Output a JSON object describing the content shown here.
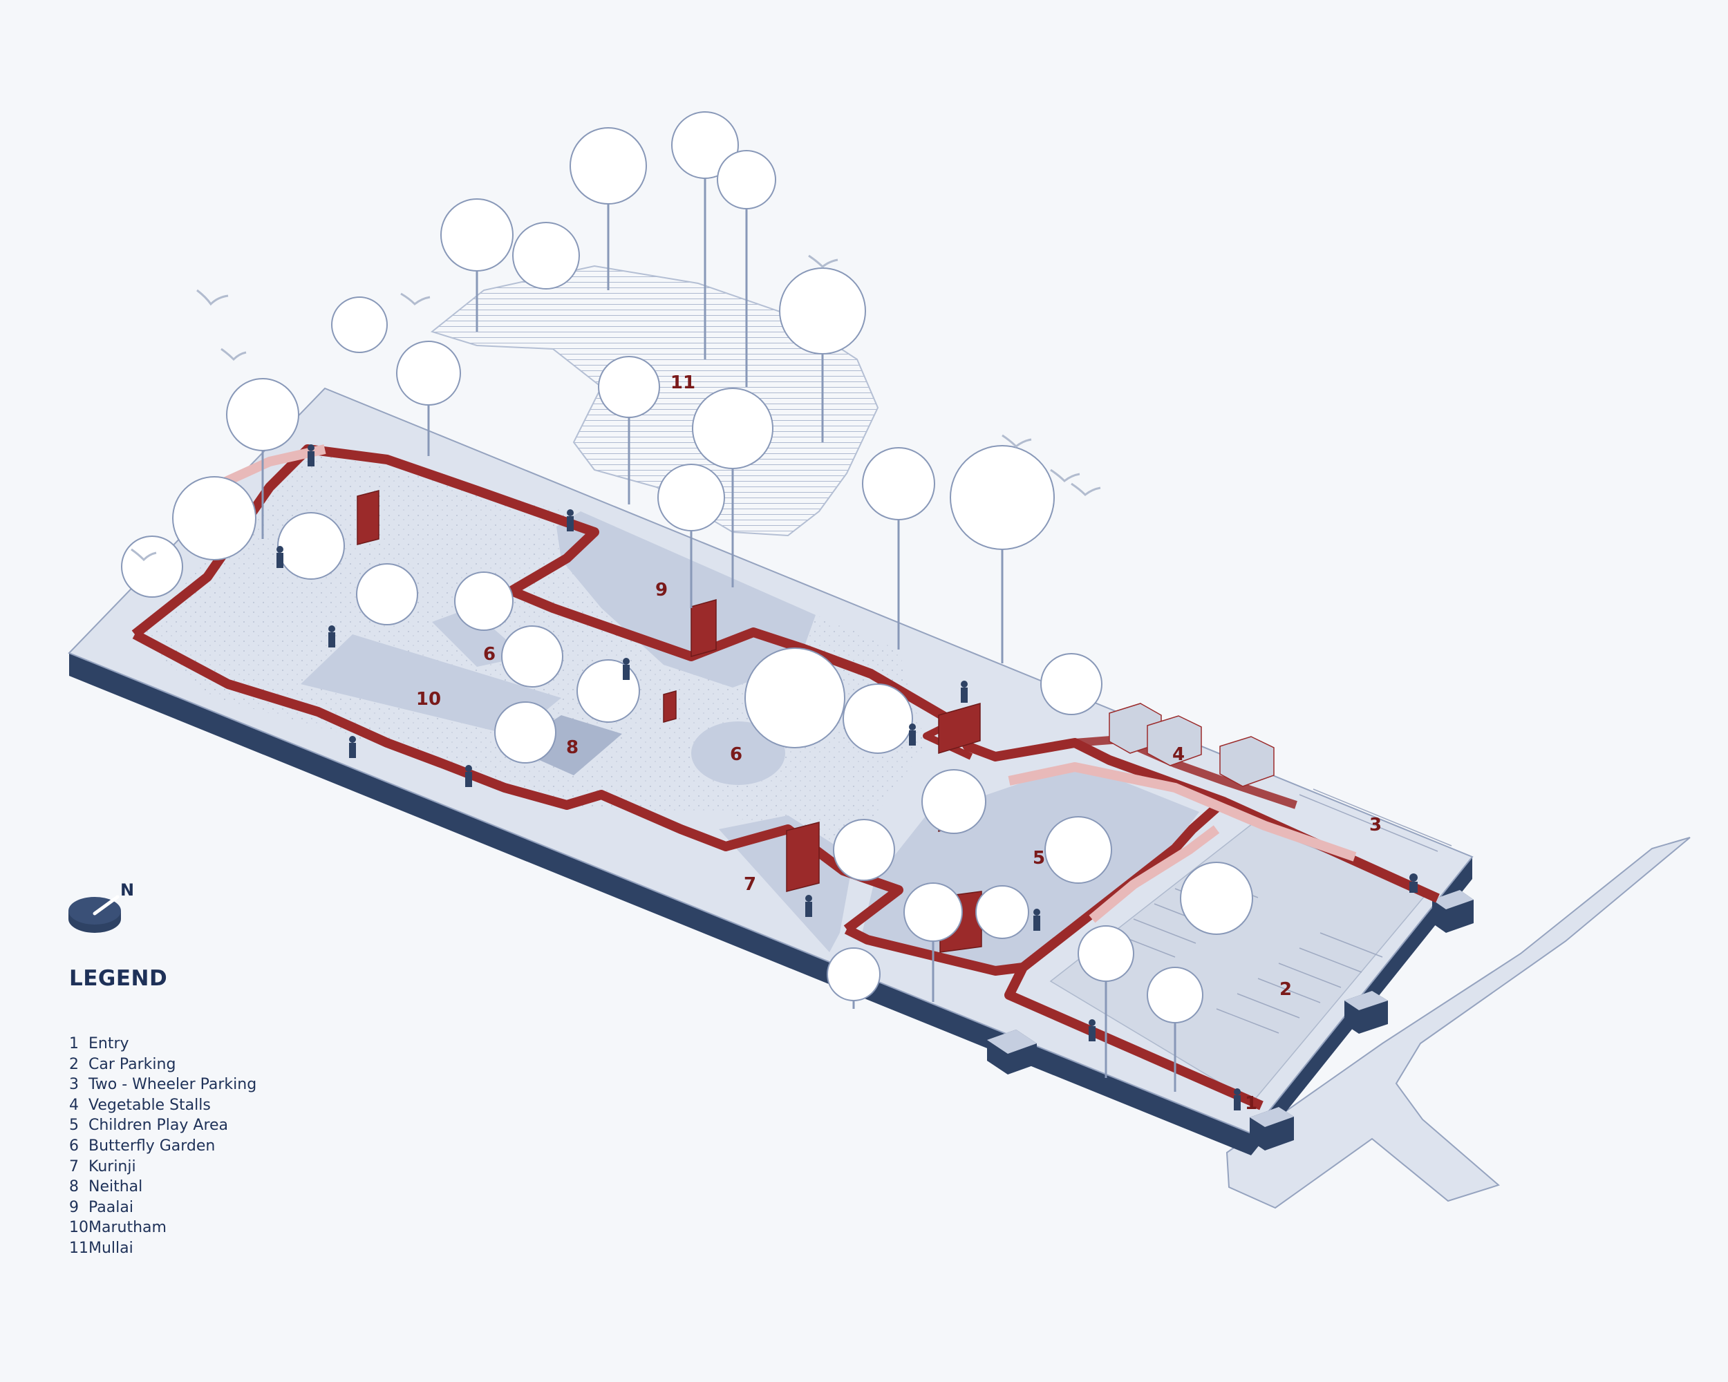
{
  "north_label": "N",
  "legend": {
    "title": "LEGEND",
    "items": [
      {
        "num": "1",
        "label": "Entry"
      },
      {
        "num": "2",
        "label": "Car Parking"
      },
      {
        "num": "3",
        "label": "Two - Wheeler Parking"
      },
      {
        "num": "4",
        "label": "Vegetable Stalls"
      },
      {
        "num": "5",
        "label": "Children Play Area"
      },
      {
        "num": "6",
        "label": "Butterfly Garden"
      },
      {
        "num": "7",
        "label": "Kurinji"
      },
      {
        "num": "8",
        "label": "Neithal"
      },
      {
        "num": "9",
        "label": "Paalai"
      },
      {
        "num": "10",
        "label": "Marutham"
      },
      {
        "num": "11",
        "label": "Mullai"
      }
    ]
  },
  "zone_labels": {
    "z1": "1",
    "z2": "2",
    "z3": "3",
    "z4": "4",
    "z5": "5",
    "z6a": "6",
    "z6b": "6",
    "z7": "7",
    "z8": "8",
    "z9": "9",
    "z10": "10",
    "z11": "11"
  },
  "colors": {
    "slab_top": "#dde3ee",
    "slab_side": "#2e4264",
    "path": "#9b2a2a",
    "zone_fill": "#c5cee0",
    "tree_line": "#8898b8",
    "text": "#1e3158"
  }
}
